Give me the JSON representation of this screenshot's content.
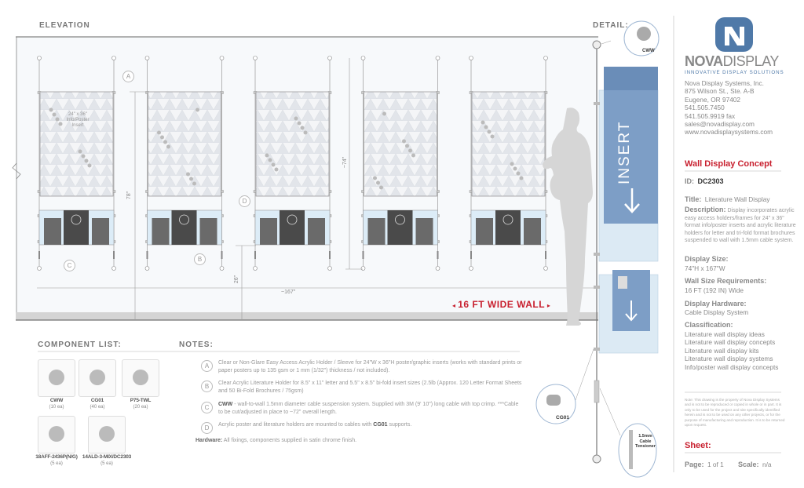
{
  "headers": {
    "elevation": "ELEVATION",
    "detail": "DETAIL:",
    "component_list": "COMPONENT LIST:",
    "notes": "NOTES:"
  },
  "elevation": {
    "poster_label": [
      "24\" x 36\"",
      "Info/Poster",
      "Insert"
    ],
    "callouts": [
      "A",
      "B",
      "C",
      "D"
    ],
    "dims": {
      "height_78": "78\"",
      "height_74": "~74\"",
      "height_26": "26\"",
      "width_167": "~167\""
    },
    "wall_label": "16 FT WIDE WALL",
    "display_count": 5
  },
  "detail": {
    "insert_label": "INSERT",
    "parts": {
      "cww": "CWW",
      "cg01": "CG01",
      "tensioner": [
        "1.5mm",
        "Cable",
        "Tensioner"
      ]
    }
  },
  "components": [
    {
      "name": "CWW",
      "qty": "(10 ea)"
    },
    {
      "name": "CG01",
      "qty": "(40 ea)"
    },
    {
      "name": "P75-TWL",
      "qty": "(20 ea)"
    },
    {
      "name": "18AFF-2436P(N/G)",
      "qty": "(5 ea)"
    },
    {
      "name": "14ALD-3-MIX/DC2303",
      "qty": "(5 ea)"
    }
  ],
  "notes": [
    {
      "letter": "A",
      "text": "Clear or Non-Glare Easy Access Acrylic Holder / Sleeve for 24\"W x 36\"H poster/graphic inserts (works with standard prints or paper posters up to 135 gsm or 1 mm (1/32\") thickness / not included)."
    },
    {
      "letter": "B",
      "text": "Clear Acrylic Literature Holder for 8.5\" x 11\" letter and 5.5\" x 8.5\" bi-fold insert sizes (2.5lb (Approx. 120 Letter Format Sheets and 50 Bi-Fold Brochures / 75gsm)"
    },
    {
      "letter": "C",
      "bold": "CWW",
      "text": " - wall-to-wall 1.5mm diameter cable suspension system. Supplied with 3M (9' 10\") long cable with top crimp. ***Cable to be cut/adjusted in place to ~72\" overall length."
    },
    {
      "letter": "D",
      "text": "Acrylic poster and literature holders are mounted to cables with ",
      "bold": "CG01",
      "after": " supports."
    }
  ],
  "hardware": {
    "label": "Hardware:",
    "text": " All fixings, components supplied in satin chrome finish."
  },
  "brand": {
    "name_bold": "NOVA",
    "name_light": "DISPLAY",
    "tagline": "INNOVATIVE DISPLAY SOLUTIONS",
    "color": "#4f79a8"
  },
  "company": {
    "lines": [
      "Nova Display Systems, Inc.",
      "875 Wilson St., Ste. A-B",
      "Eugene, OR 97402",
      "541.505.7450",
      "541.505.9919 fax",
      "sales@novadisplay.com",
      "www.novadisplaysystems.com"
    ]
  },
  "sheet_info": {
    "heading": "Wall Display Concept",
    "id_label": "ID:",
    "id": "DC2303",
    "title_label": "Title:",
    "title": "Literature Wall Display",
    "description_label": "Description:",
    "description": "Display incorporates acrylic easy access holders/frames for 24\" x 36\" format info/poster inserts and acrylic literature holders for letter and tri-fold format brochures suspended to wall with 1.5mm cable system.",
    "size_label": "Display Size:",
    "size": "74\"H x 167\"W",
    "wall_label": "Wall Size Requirements:",
    "wall": "16 FT (192 IN) Wide",
    "hardware_label": "Display Hardware:",
    "hardware": "Cable Display System",
    "class_label": "Classification:",
    "classification": [
      "Literature wall display ideas",
      "Literature wall display concepts",
      "Literature wall display kits",
      "Literature wall display systems",
      "Info/poster wall display concepts"
    ],
    "legal": "Note: This drawing is the property of Nova Display Systems and is not to be reproduced or copied in whole or in part. It is only to be used for the project and site specifically identified herein and is not to be used on any other projects, or for the purpose of manufacturing and reproduction. It is to be returned upon request.",
    "sheet_heading": "Sheet:",
    "page_label": "Page:",
    "page": "1 of 1",
    "scale_label": "Scale:",
    "scale": "n/a"
  },
  "colors": {
    "accent_red": "#c8202f",
    "brand_blue": "#4f79a8",
    "insert_blue": "#7d9ec6"
  }
}
